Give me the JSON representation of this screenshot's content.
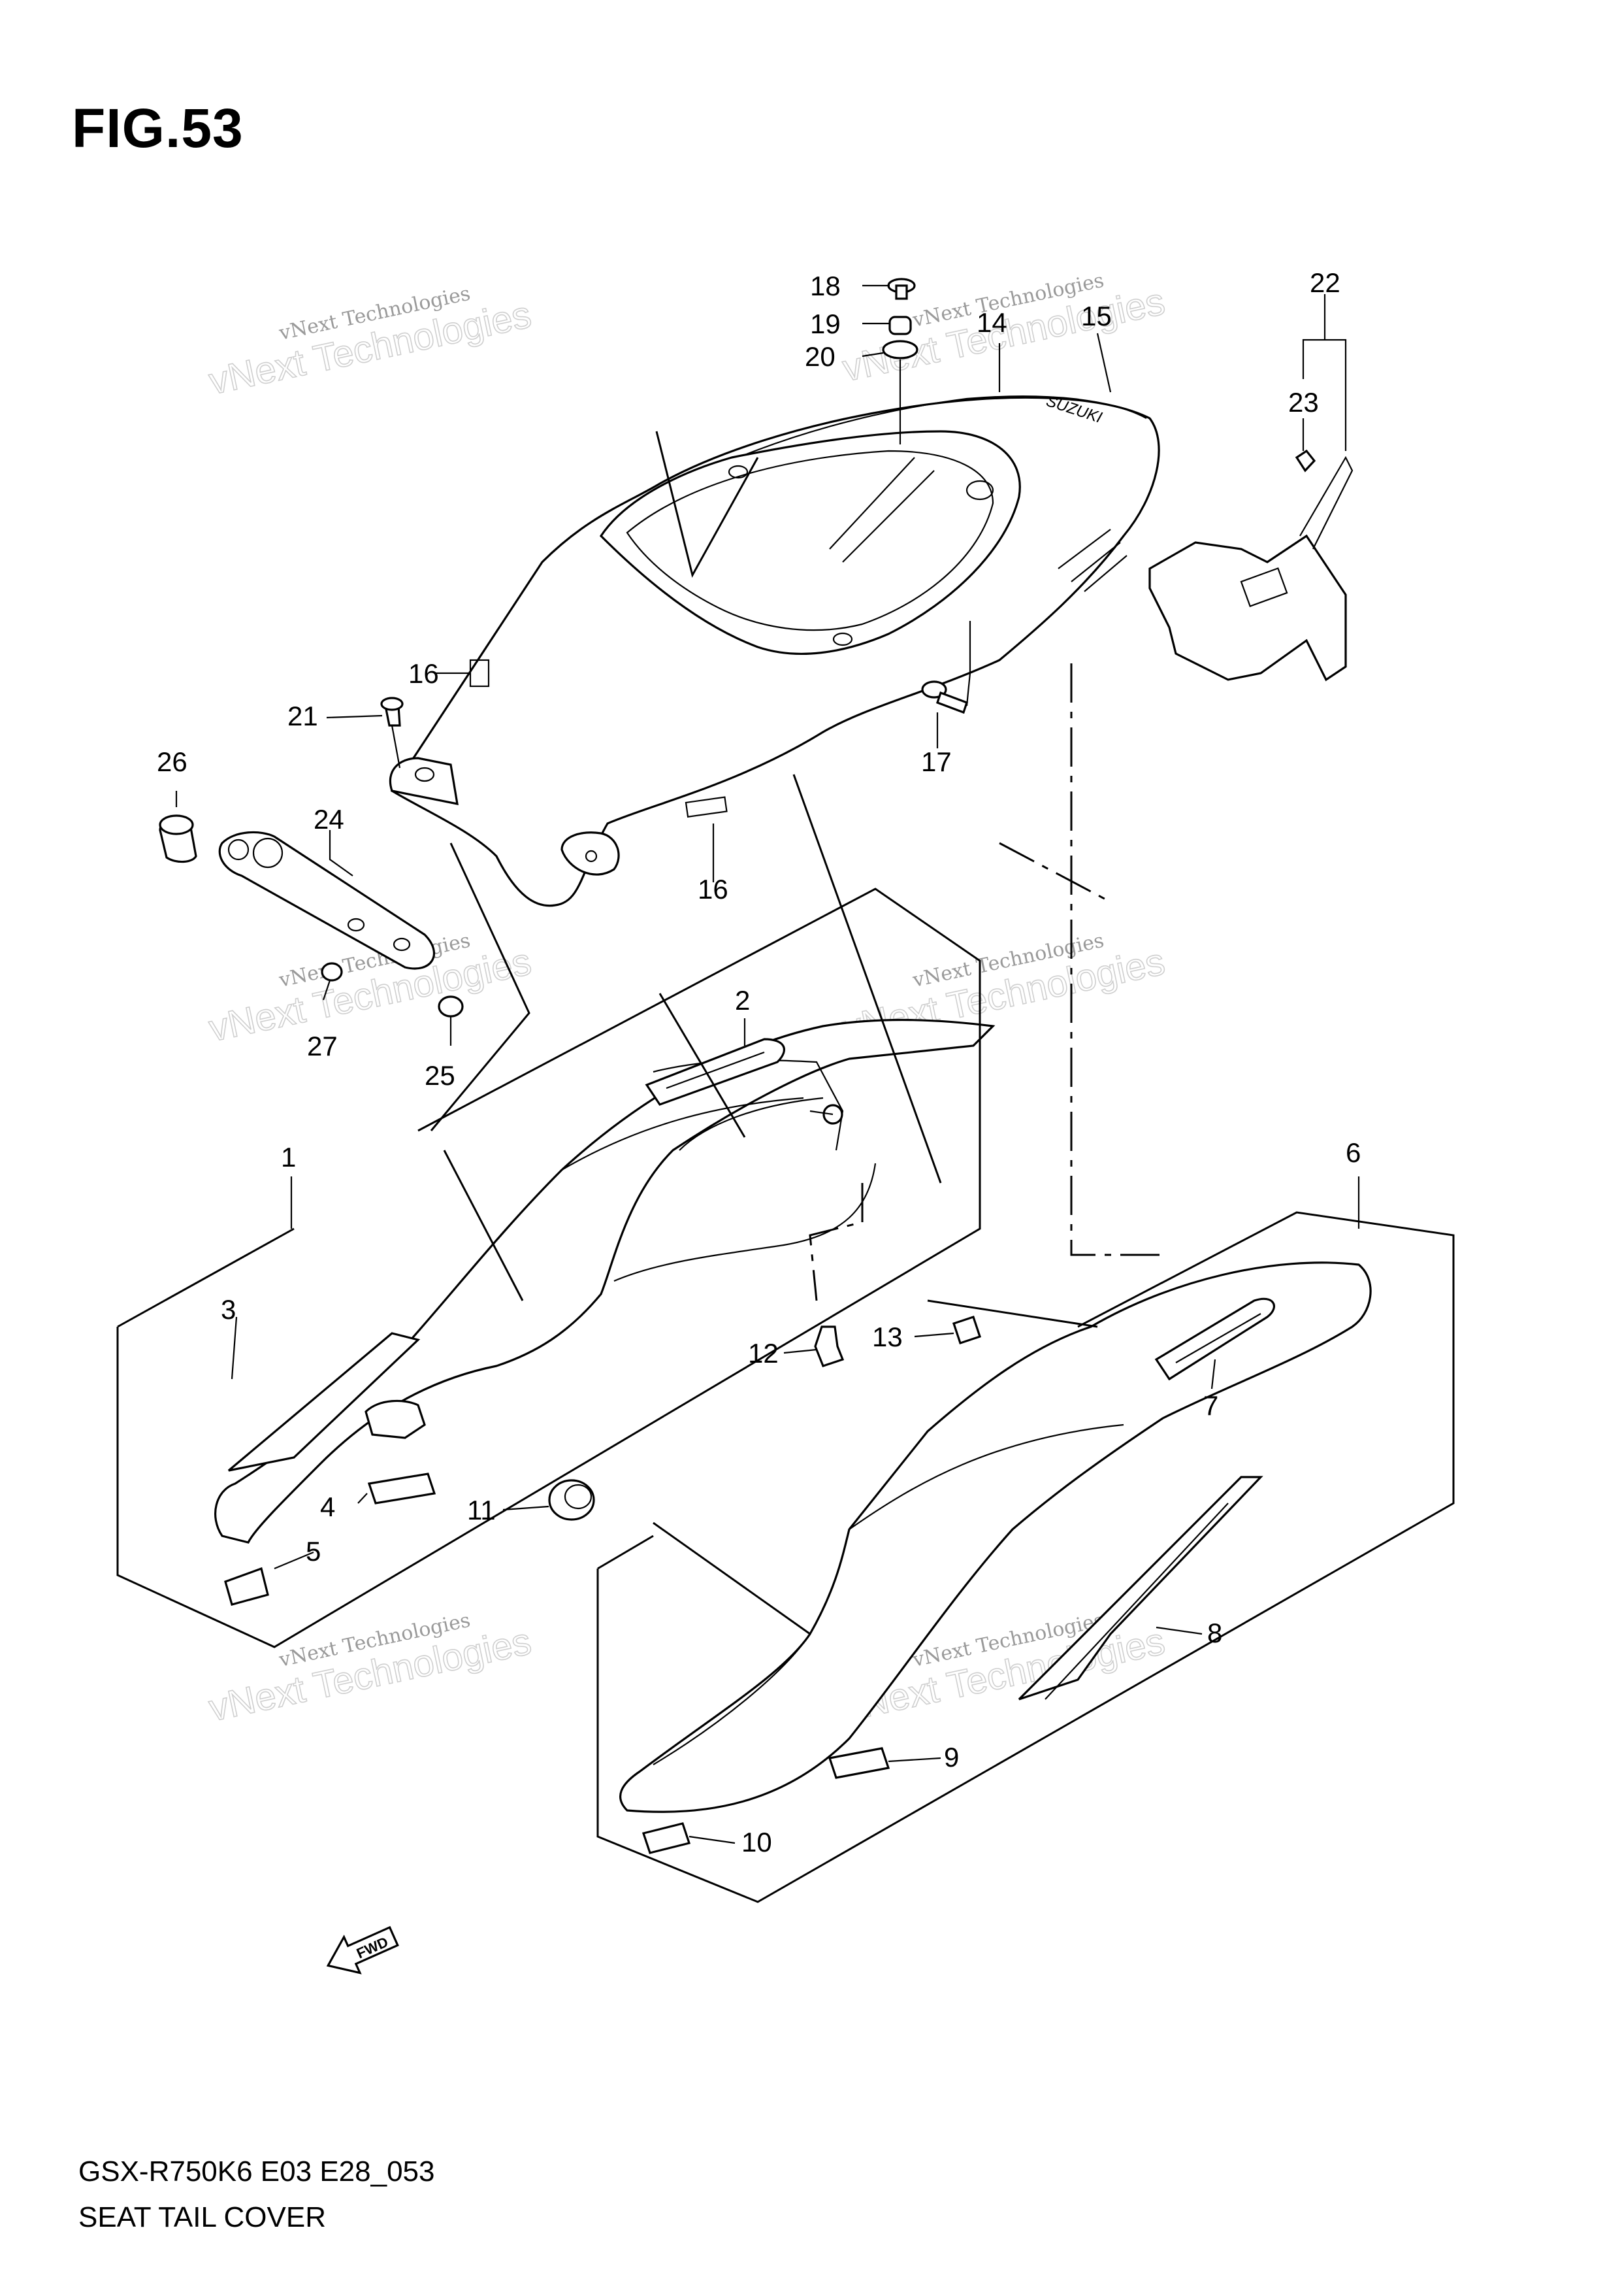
{
  "figure": {
    "title": "FIG.53"
  },
  "footer": {
    "model_code": "GSX-R750K6 E03 E28_053",
    "section_title": "SEAT TAIL COVER"
  },
  "fwd_badge": "FWD",
  "seat_logo": "SUZUKI",
  "watermark": {
    "line1": "vNext Technologies",
    "line2": "vNext Technologies"
  },
  "callouts": [
    "1",
    "2",
    "3",
    "4",
    "5",
    "6",
    "7",
    "8",
    "9",
    "10",
    "11",
    "12",
    "13",
    "14",
    "15",
    "16",
    "16",
    "17",
    "18",
    "19",
    "20",
    "21",
    "22",
    "23",
    "24",
    "25",
    "26",
    "27"
  ]
}
